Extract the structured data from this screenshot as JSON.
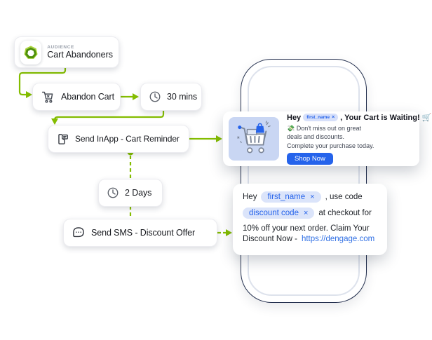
{
  "colors": {
    "flow_green": "#84bd00",
    "accent_blue": "#2563eb",
    "pill_bg": "#dbe4fa",
    "inapp_image_bg": "#c9d6f3",
    "phone_border": "#25314f",
    "link_blue": "#2f6fe4"
  },
  "flow": {
    "audience": {
      "overline": "AUDIENCE",
      "label": "Cart Abandoners"
    },
    "abandon_cart": {
      "label": "Abandon Cart"
    },
    "wait_30": {
      "label": "30 mins"
    },
    "send_inapp": {
      "label": "Send InApp - Cart Reminder"
    },
    "wait_2d": {
      "label": "2 Days"
    },
    "send_sms": {
      "label": "Send SMS - Discount Offer"
    }
  },
  "inapp_card": {
    "title_prefix": "Hey",
    "merge_tag": "first_name",
    "remove_symbol": "×",
    "title_suffix": ", Your Cart is Waiting! 🛒",
    "body_lines": [
      "💸 Don't miss out on great",
      "deals and discounts.",
      "Complete your purchase today."
    ],
    "cta_label": "Shop Now"
  },
  "sms_card": {
    "greeting": "Hey",
    "merge_tag_name": "first_name",
    "remove_symbol": "×",
    "after_name": ", use code",
    "merge_tag_code": "discount code",
    "after_code": "at checkout for",
    "line3": "10% off your next order. Claim Your",
    "line4_prefix": "Discount Now -",
    "link_url": "https://dengage.com"
  }
}
